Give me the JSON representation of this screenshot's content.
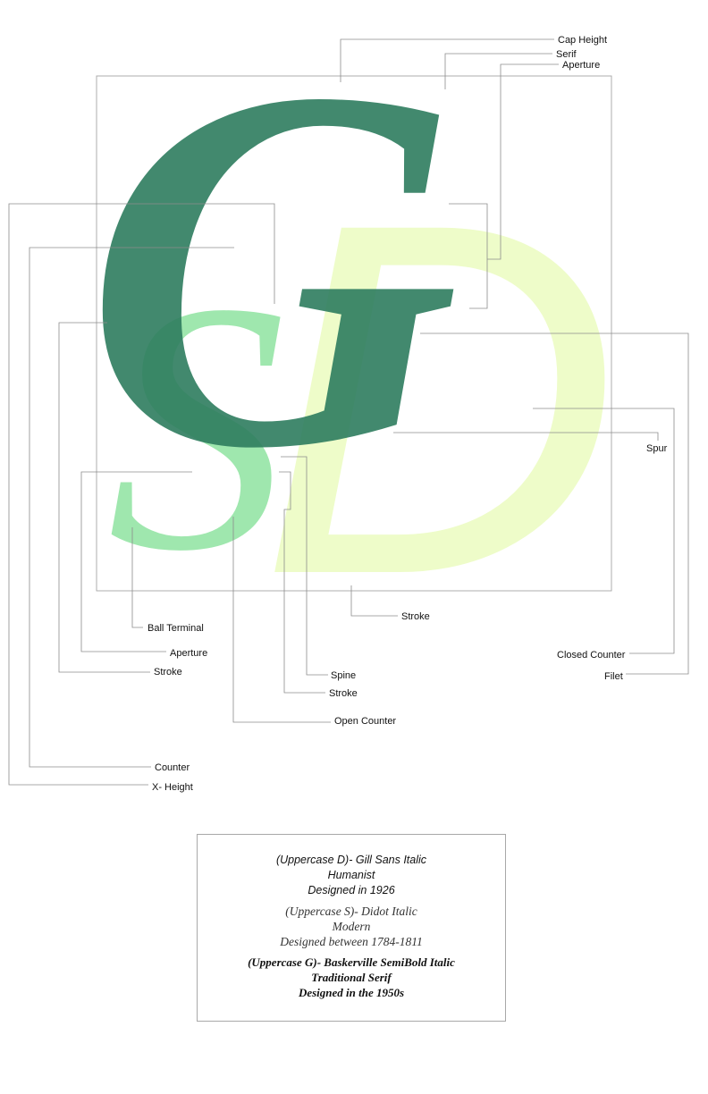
{
  "colors": {
    "letter_d": "#eefcc9",
    "letter_s": "#8fe3a0",
    "letter_g": "#2e7d5f"
  },
  "glyphs": {
    "d": "D",
    "s": "S",
    "g": "G"
  },
  "labels": {
    "cap_height": "Cap Height",
    "serif": "Serif",
    "aperture_top": "Aperture",
    "spur": "Spur",
    "stroke_center": "Stroke",
    "closed_counter": "Closed Counter",
    "filet": "Filet",
    "ball_terminal": "Ball Terminal",
    "aperture_left": "Aperture",
    "stroke_left": "Stroke",
    "spine": "Spine",
    "stroke_lower": "Stroke",
    "open_counter": "Open Counter",
    "counter": "Counter",
    "x_height": "X- Height"
  },
  "info": {
    "d_line1": "(Uppercase D)- Gill Sans Italic",
    "d_line2": "Humanist",
    "d_line3": "Designed in 1926",
    "s_line1": "(Uppercase S)- Didot Italic",
    "s_line2": "Modern",
    "s_line3": "Designed between 1784-1811",
    "g_line1": "(Uppercase G)- Baskerville SemiBold Italic",
    "g_line2": "Traditional Serif",
    "g_line3": "Designed in the 1950s"
  }
}
